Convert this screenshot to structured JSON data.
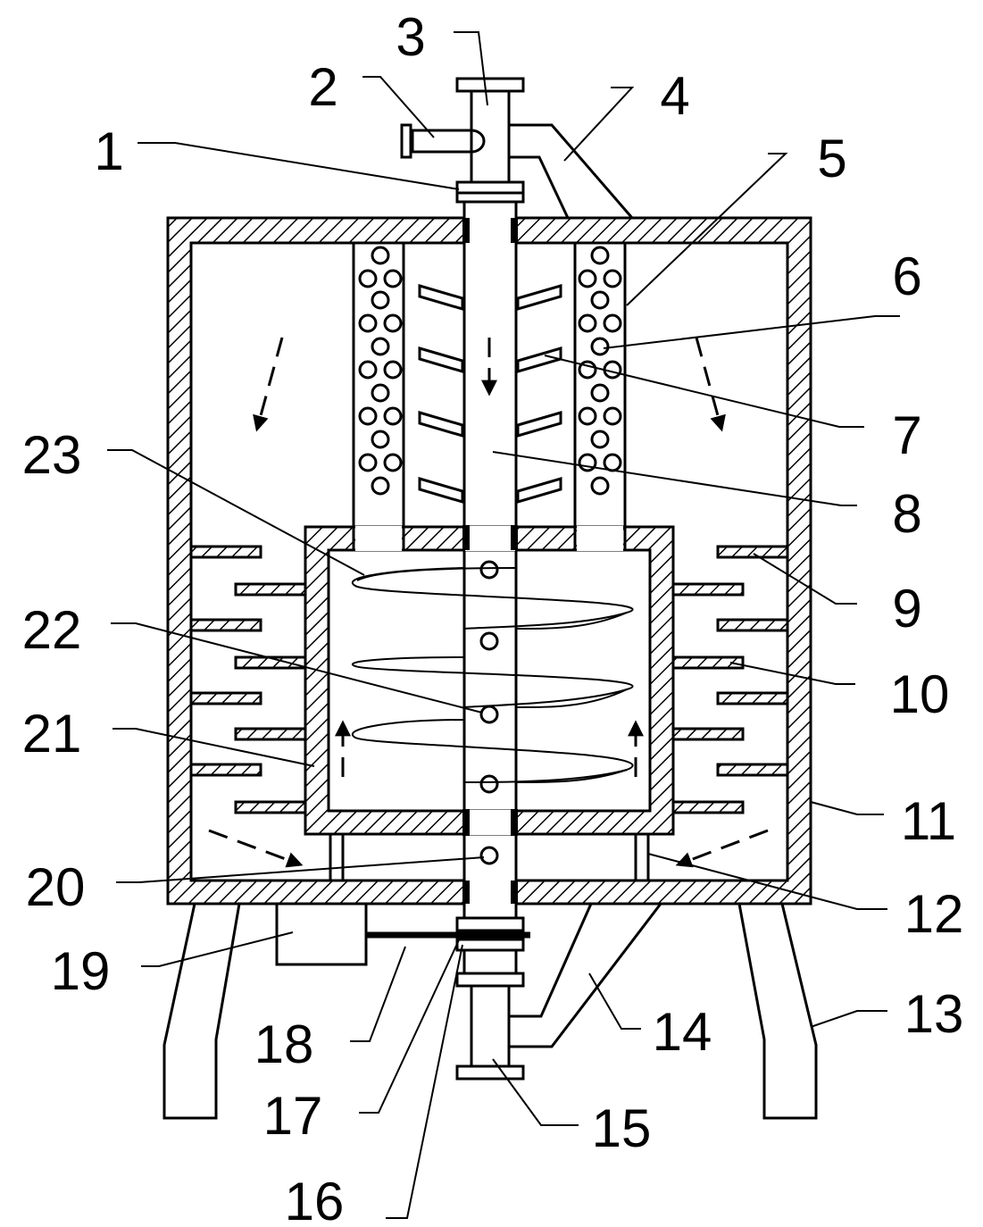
{
  "labels": {
    "l1": "1",
    "l2": "2",
    "l3": "3",
    "l4": "4",
    "l5": "5",
    "l6": "6",
    "l7": "7",
    "l8": "8",
    "l9": "9",
    "l10": "10",
    "l11": "11",
    "l12": "12",
    "l13": "13",
    "l14": "14",
    "l15": "15",
    "l16": "16",
    "l17": "17",
    "l18": "18",
    "l19": "19",
    "l20": "20",
    "l21": "21",
    "l22": "22",
    "l23": "23"
  },
  "colors": {
    "line": "#000000",
    "background": "#ffffff"
  }
}
